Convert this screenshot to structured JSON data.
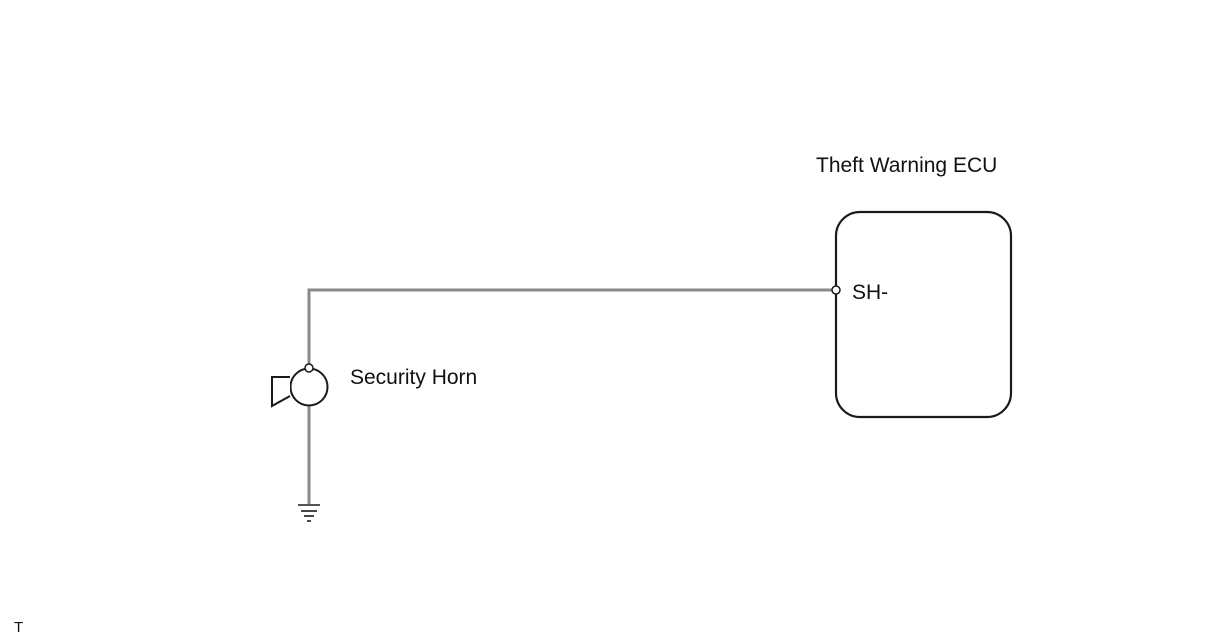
{
  "diagram": {
    "ecu": {
      "title": "Theft Warning ECU",
      "pin_label": "SH-"
    },
    "horn": {
      "label": "Security Horn"
    },
    "corner_mark": "T",
    "colors": {
      "wire": "#8a8a8a",
      "outline": "#1a1a1a",
      "text": "#111111",
      "background": "#ffffff"
    }
  }
}
